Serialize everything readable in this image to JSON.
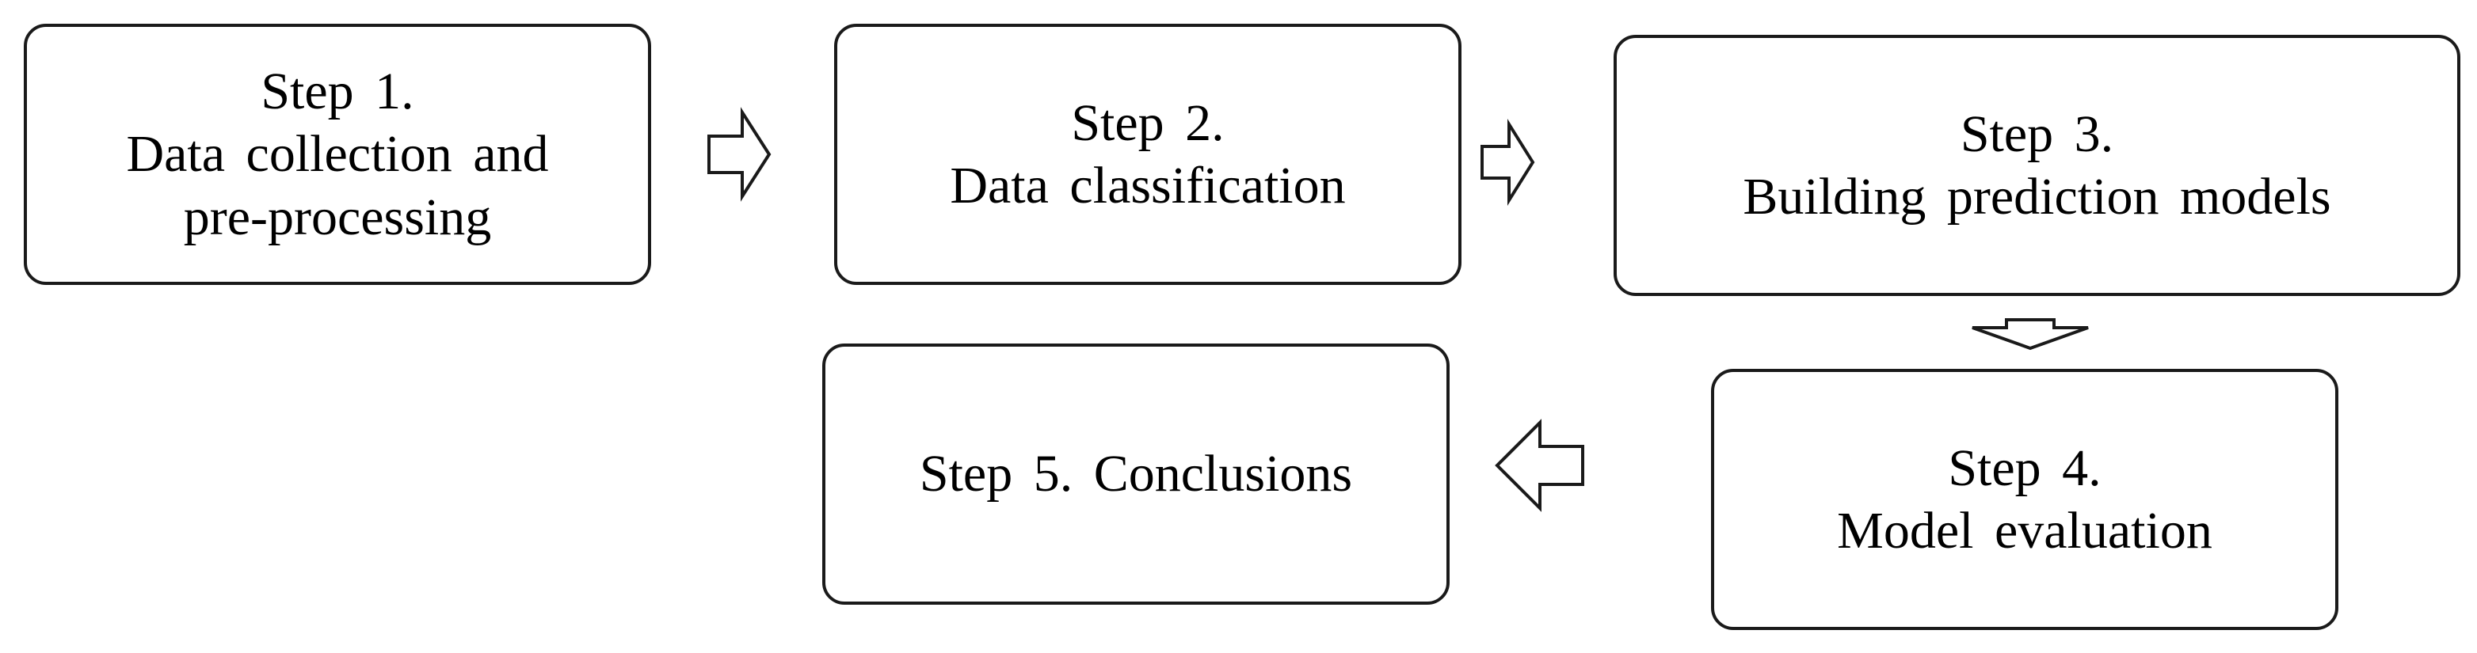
{
  "steps": [
    {
      "id": "step1",
      "lines": [
        "Step 1.",
        "Data collection and",
        "pre-processing"
      ]
    },
    {
      "id": "step2",
      "lines": [
        "Step 2.",
        "Data classification"
      ]
    },
    {
      "id": "step3",
      "lines": [
        "Step 3.",
        "Building prediction models"
      ]
    },
    {
      "id": "step4",
      "lines": [
        "Step 4.",
        "Model evaluation"
      ]
    },
    {
      "id": "step5",
      "lines": [
        "Step 5. Conclusions"
      ]
    }
  ],
  "arrows": [
    {
      "from": "step1",
      "to": "step2",
      "direction": "right"
    },
    {
      "from": "step2",
      "to": "step3",
      "direction": "right"
    },
    {
      "from": "step3",
      "to": "step4",
      "direction": "down"
    },
    {
      "from": "step4",
      "to": "step5",
      "direction": "left"
    }
  ],
  "colors": {
    "border": "#1a1a1a",
    "background": "#ffffff",
    "text": "#000000"
  }
}
